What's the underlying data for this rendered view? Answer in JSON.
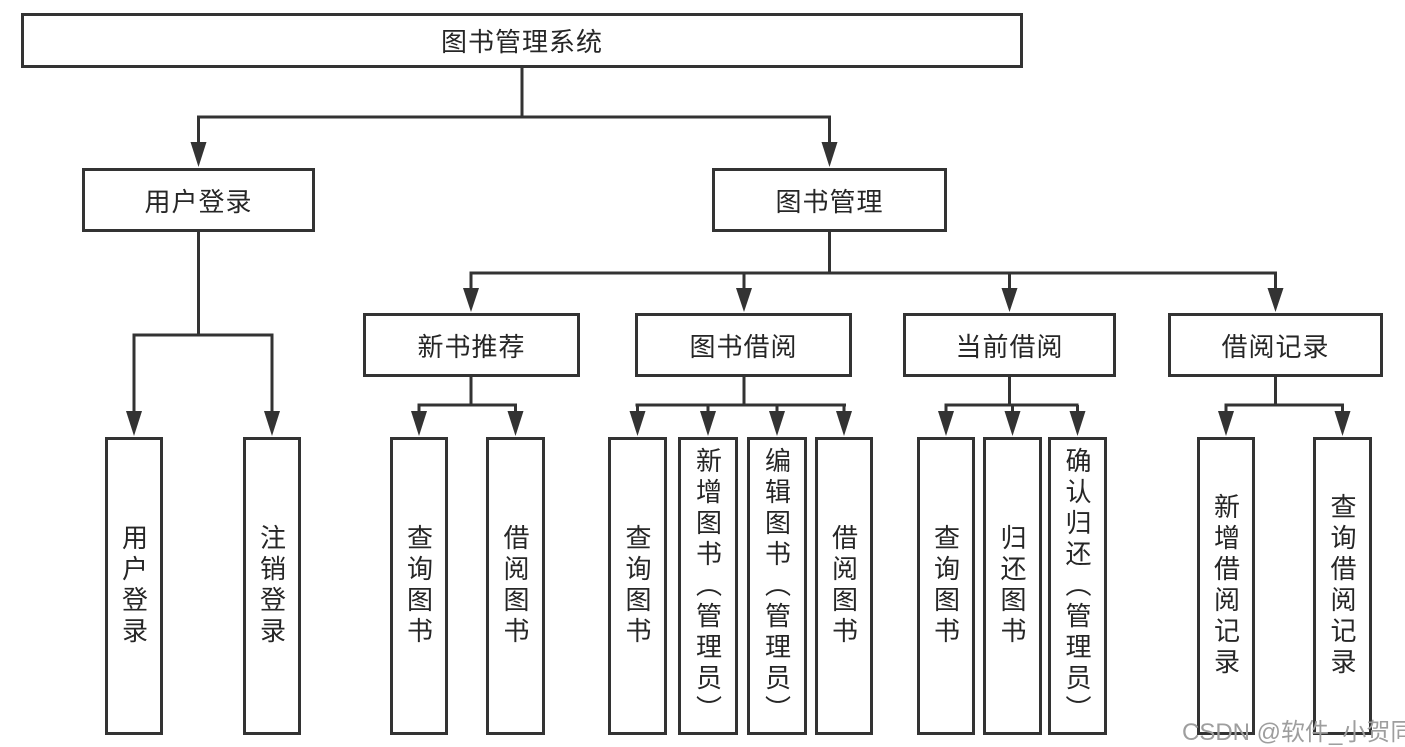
{
  "nodes": {
    "root": "图书管理系统",
    "user_login": "用户登录",
    "book_mgmt": "图书管理",
    "new_book_rec": "新书推荐",
    "book_borrow": "图书借阅",
    "current_borrow": "当前借阅",
    "borrow_records": "借阅记录",
    "ul_user_login": "用户登录",
    "ul_logout": "注销登录",
    "nb_query_book": "查询图书",
    "nb_borrow_book": "借阅图书",
    "bb_query_book": "查询图书",
    "bb_add_book": "新增图书（管理员）",
    "bb_edit_book": "编辑图书（管理员）",
    "bb_borrow_book": "借阅图书",
    "cb_query_book": "查询图书",
    "cb_return_book": "归还图书",
    "cb_confirm_return": "确认归还（管理员）",
    "br_add_record": "新增借阅记录",
    "br_query_record": "查询借阅记录"
  },
  "hierarchy": {
    "root": [
      "user_login",
      "book_mgmt"
    ],
    "user_login": [
      "ul_user_login",
      "ul_logout"
    ],
    "book_mgmt": [
      "new_book_rec",
      "book_borrow",
      "current_borrow",
      "borrow_records"
    ],
    "new_book_rec": [
      "nb_query_book",
      "nb_borrow_book"
    ],
    "book_borrow": [
      "bb_query_book",
      "bb_add_book",
      "bb_edit_book",
      "bb_borrow_book"
    ],
    "current_borrow": [
      "cb_query_book",
      "cb_return_book",
      "cb_confirm_return"
    ],
    "borrow_records": [
      "br_add_record",
      "br_query_record"
    ]
  },
  "watermark": {
    "text": "CSDN @软件_小贺同学"
  },
  "colors": {
    "line": "#333333",
    "text": "#262626",
    "background": "#ffffff",
    "watermark": "#9e9e9e"
  }
}
